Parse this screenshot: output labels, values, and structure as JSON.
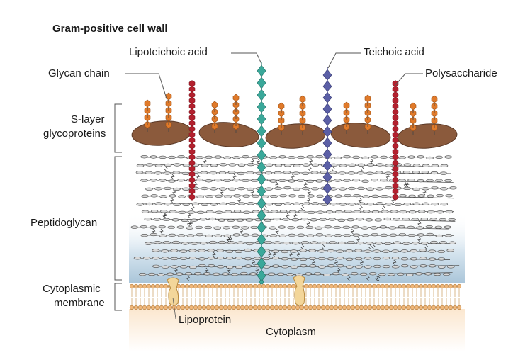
{
  "title": "Gram-positive cell wall",
  "labels": {
    "lipoteichoic_acid": "Lipoteichoic acid",
    "teichoic_acid": "Teichoic acid",
    "glycan_chain": "Glycan chain",
    "polysaccharide": "Polysaccharide",
    "s_layer_line1": "S-layer",
    "s_layer_line2": "glycoproteins",
    "peptidoglycan": "Peptidoglycan",
    "membrane_line1": "Cytoplasmic",
    "membrane_line2": "membrane",
    "lipoprotein": "Lipoprotein",
    "cytoplasm": "Cytoplasm"
  },
  "colors": {
    "lipoteichoic": "#3aa89a",
    "teichoic": "#5b5fa6",
    "polysaccharide": "#b3202e",
    "glycan_bead": "#e07a2a",
    "s_layer_protein": "#8b5a3c",
    "membrane_head": "#f0b77a",
    "cytoplasm": "#f8e6cf",
    "peptidoglycan_shade": "#b7cfe0"
  }
}
